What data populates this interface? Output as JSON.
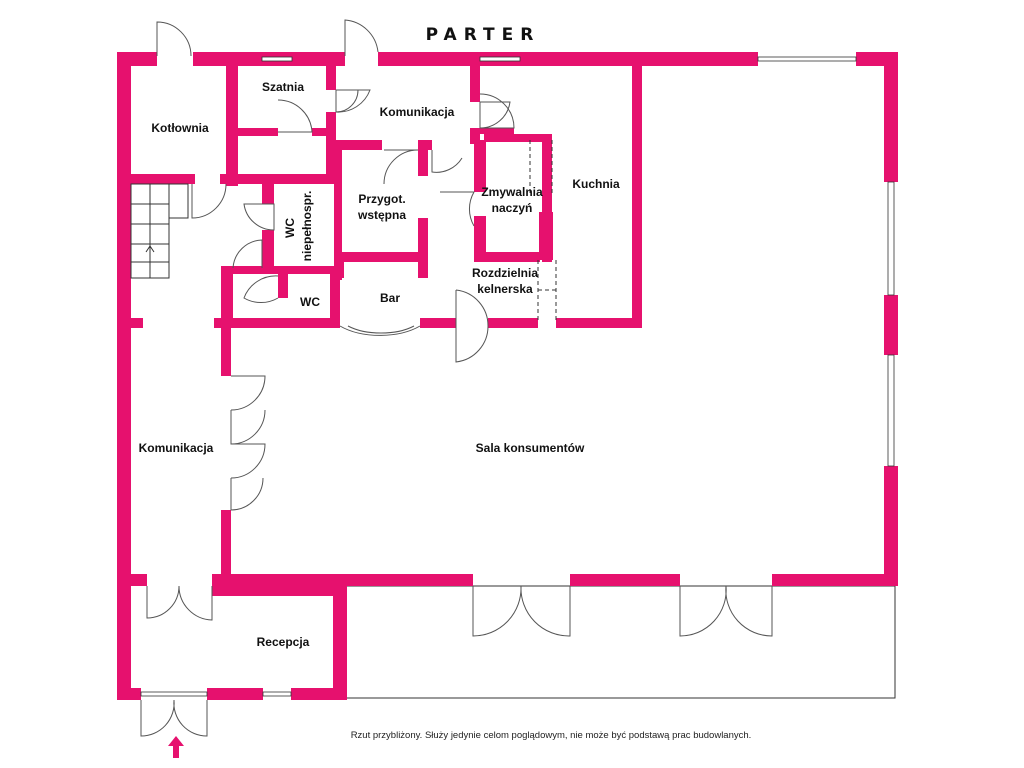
{
  "plan": {
    "title": "PARTER",
    "disclaimer": "Rzut przybliżony. Służy jedynie celom poglądowym, nie może być podstawą prac budowlanych.",
    "wall_color": "#e6116e",
    "rooms": {
      "kotlownia": "Kotłownia",
      "szatnia": "Szatnia",
      "komunikacja_top": "Komunikacja",
      "kuchnia": "Kuchnia",
      "zmywalnia_1": "Zmywalnia",
      "zmywalnia_2": "naczyń",
      "przygot_1": "Przygot.",
      "przygot_2": "wstępna",
      "wc_niepeln_1": "WC",
      "wc_niepeln_2": "niepełnospr.",
      "rozdzielnia_1": "Rozdzielnia",
      "rozdzielnia_2": "kelnerska",
      "bar": "Bar",
      "wc": "WC",
      "komunikacja_left": "Komunikacja",
      "sala": "Sala konsumentów",
      "recepcja": "Recepcja"
    },
    "entrance_arrow": "arrow-up-icon"
  }
}
